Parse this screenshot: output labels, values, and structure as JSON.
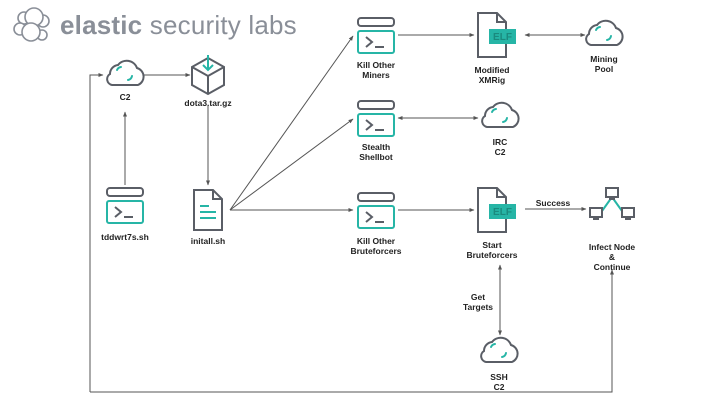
{
  "brand": {
    "name_bold": "elastic",
    "name_rest": " security labs",
    "logo_icon": "elastic-cluster-logo"
  },
  "colors": {
    "accent": "#26b5a6",
    "icon_stroke": "#5a5e66",
    "line": "#555555",
    "text": "#222222"
  },
  "nodes": {
    "c2": {
      "label": "C2",
      "icon": "cloud-icon"
    },
    "dota": {
      "label": "dota3.tar.gz",
      "icon": "package-download-icon"
    },
    "tddwrt": {
      "label": "tddwrt7s.sh",
      "icon": "terminal-icon"
    },
    "initall": {
      "label": "initall.sh",
      "icon": "document-icon"
    },
    "kill_miners": {
      "label": "Kill Other\nMiners",
      "icon": "terminal-icon"
    },
    "shellbot": {
      "label": "Stealth\nShellbot",
      "icon": "terminal-icon"
    },
    "kill_brute": {
      "label": "Kill Other\nBruteforcers",
      "icon": "terminal-icon"
    },
    "xmrig": {
      "label": "Modified\nXMRig",
      "icon": "elf-file-icon",
      "badge": "ELF"
    },
    "start_brute": {
      "label": "Start\nBruteforcers",
      "icon": "elf-file-icon",
      "badge": "ELF"
    },
    "mining_pool": {
      "label": "Mining\nPool",
      "icon": "cloud-icon"
    },
    "irc_c2": {
      "label": "IRC\nC2",
      "icon": "cloud-icon"
    },
    "infect": {
      "label": "Infect Node\n&\nContinue",
      "icon": "network-icon"
    },
    "ssh_c2": {
      "label": "SSH\nC2",
      "icon": "cloud-icon"
    }
  },
  "edges": {
    "success": "Success",
    "get_targets": "Get\nTargets"
  }
}
